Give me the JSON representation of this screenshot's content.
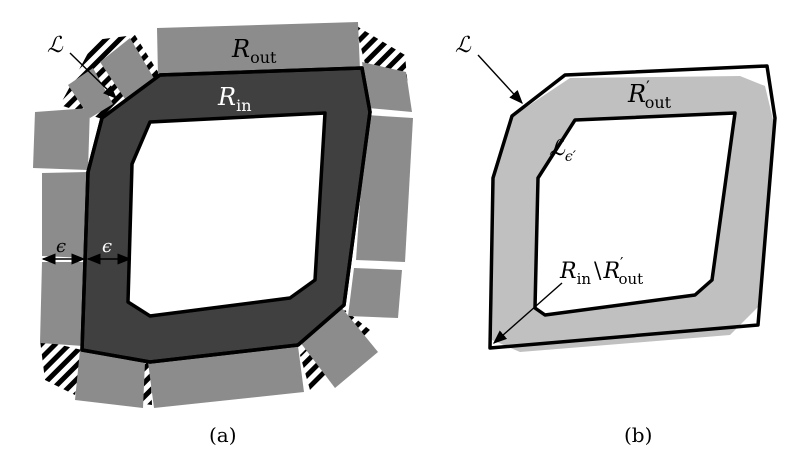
{
  "panel_a": {
    "caption": "(a)",
    "labels": {
      "L": "ℒ",
      "R_out": "R",
      "R_out_sub": "out",
      "R_in": "R",
      "R_in_sub": "in",
      "eps_left": "ϵ",
      "eps_right": "ϵ"
    }
  },
  "panel_b": {
    "caption": "(b)",
    "labels": {
      "L": "ℒ",
      "R_out_prime": "R",
      "R_out_prime_sub": "out",
      "R_out_prime_sup": "′",
      "L_eps": "ℒ",
      "L_eps_sub": "ϵ′",
      "diff_a": "R",
      "diff_a_sub": "in",
      "diff_sep": "\\",
      "diff_b": "R",
      "diff_b_sub": "out",
      "diff_b_sup": "′"
    }
  },
  "colors": {
    "outer_rect_gray": "#8c8c8c",
    "inner_region_dark": "#404040",
    "band_light_gray": "#c0c0c0",
    "outline": "#000000"
  }
}
